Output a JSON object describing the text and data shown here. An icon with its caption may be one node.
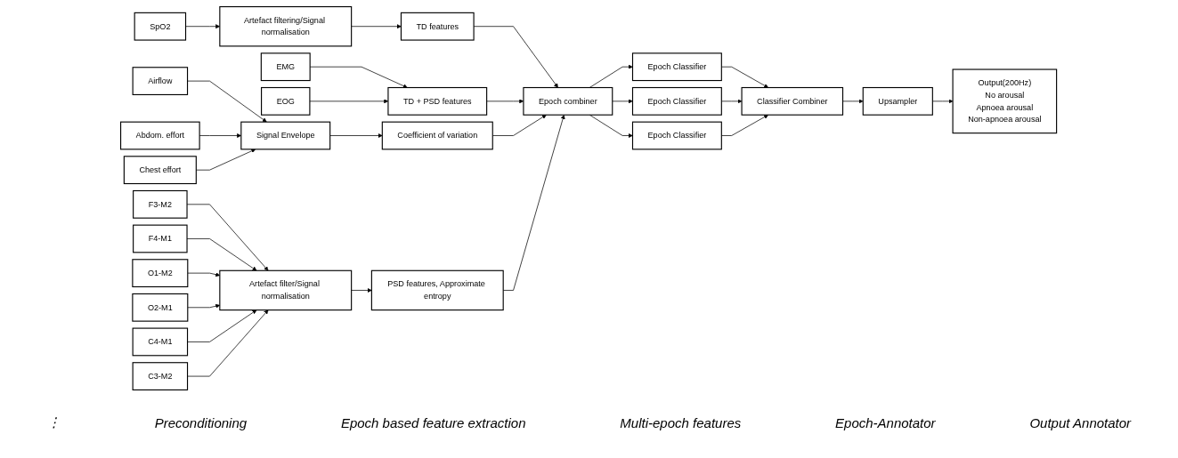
{
  "diagram": {
    "nodes": [
      {
        "text": [
          "SpO2"
        ]
      },
      {
        "text": [
          "Artefact filtering/Signal normalisation"
        ]
      },
      {
        "text": [
          "TD features"
        ]
      },
      {
        "text": [
          "EMG"
        ]
      },
      {
        "text": [
          "TD + PSD features"
        ]
      },
      {
        "text": [
          "EOG"
        ]
      },
      {
        "text": [
          "Airflow"
        ]
      },
      {
        "text": [
          "Signal Envelope"
        ]
      },
      {
        "text": [
          "Coefficient of variation"
        ]
      },
      {
        "text": [
          "Abdom. effort"
        ]
      },
      {
        "text": [
          "Chest effort"
        ]
      },
      {
        "text": [
          "F3-M2"
        ]
      },
      {
        "text": [
          "F4-M1"
        ]
      },
      {
        "text": [
          "Artefact filter/Signal normalisation"
        ]
      },
      {
        "text": [
          "PSD features, Approximate entropy"
        ]
      },
      {
        "text": [
          "O1-M2"
        ]
      },
      {
        "text": [
          "O2-M1"
        ]
      },
      {
        "text": [
          "C4-M1"
        ]
      },
      {
        "text": [
          "C3-M2"
        ]
      },
      {
        "text": [
          "Epoch combiner"
        ]
      },
      {
        "text": [
          "Epoch Classifier"
        ]
      },
      {
        "text": [
          "Epoch Classifier"
        ]
      },
      {
        "text": [
          "Epoch Classifier"
        ]
      },
      {
        "text": [
          "Classifier Combiner"
        ]
      },
      {
        "text": [
          "Upsampler"
        ]
      },
      {
        "text": [
          "Output(200Hz)",
          "No arousal",
          "Apnoea arousal",
          "Non-apnoea arousal"
        ]
      }
    ],
    "edges": [
      {
        "from": 0,
        "to": 1,
        "arrow": "to"
      },
      {
        "from": 1,
        "to": 2,
        "arrow": "to"
      },
      {
        "from": 3,
        "to": 4,
        "arrow": "to"
      },
      {
        "from": 5,
        "to": 4,
        "arrow": "to"
      },
      {
        "from": 6,
        "to": 7,
        "arrow": "to"
      },
      {
        "from": 9,
        "to": 7,
        "arrow": "to"
      },
      {
        "from": 10,
        "to": 7,
        "arrow": "to"
      },
      {
        "from": 7,
        "to": 8,
        "arrow": "to"
      },
      {
        "from": 11,
        "to": 13,
        "arrow": "to"
      },
      {
        "from": 12,
        "to": 13,
        "arrow": "to"
      },
      {
        "from": 15,
        "to": 13,
        "arrow": "to"
      },
      {
        "from": 16,
        "to": 13,
        "arrow": "to"
      },
      {
        "from": 17,
        "to": 13,
        "arrow": "to"
      },
      {
        "from": 18,
        "to": 13,
        "arrow": "to"
      },
      {
        "from": 13,
        "to": 14,
        "arrow": "to"
      },
      {
        "from": 2,
        "to": 19,
        "arrow": "to"
      },
      {
        "from": 4,
        "to": 19,
        "arrow": "to"
      },
      {
        "from": 8,
        "to": 19,
        "arrow": "to"
      },
      {
        "from": 14,
        "to": 19,
        "arrow": "to"
      },
      {
        "from": 19,
        "to": 20,
        "arrow": "to"
      },
      {
        "from": 19,
        "to": 21,
        "arrow": "to"
      },
      {
        "from": 19,
        "to": 22,
        "arrow": "to"
      },
      {
        "from": 20,
        "to": 23,
        "arrow": "to"
      },
      {
        "from": 21,
        "to": 23,
        "arrow": "to"
      },
      {
        "from": 22,
        "to": 23,
        "arrow": "to"
      },
      {
        "from": 23,
        "to": 24,
        "arrow": "to"
      },
      {
        "from": 24,
        "to": 25,
        "arrow": "to"
      }
    ],
    "labels": [
      "⋮",
      "Preconditioning",
      "Epoch based feature extraction",
      "Multi-epoch features",
      "Epoch-Annotator",
      "Output Annotator"
    ]
  }
}
